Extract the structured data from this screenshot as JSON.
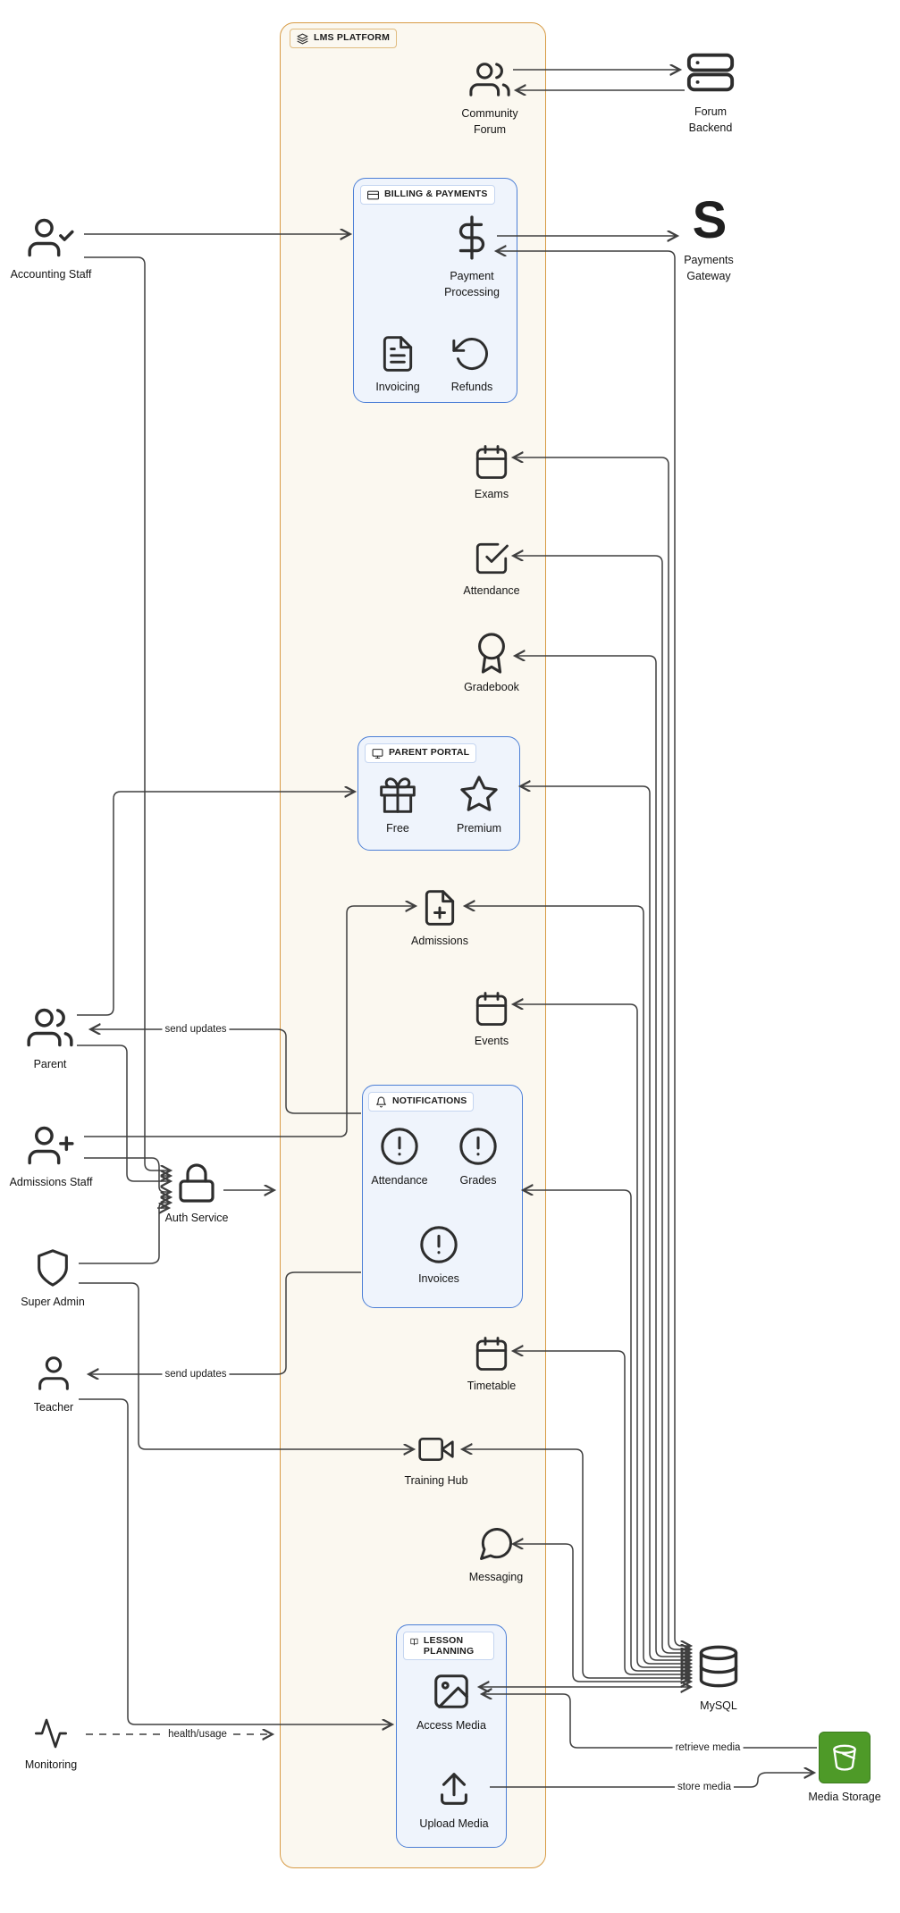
{
  "platform": {
    "label": "LMS PLATFORM"
  },
  "groups": {
    "billing": {
      "label": "BILLING & PAYMENTS",
      "payment_processing": "Payment Processing",
      "invoicing": "Invoicing",
      "refunds": "Refunds"
    },
    "parent_portal": {
      "label": "PARENT PORTAL",
      "free": "Free",
      "premium": "Premium"
    },
    "notifications": {
      "label": "NOTIFICATIONS",
      "attendance": "Attendance",
      "grades": "Grades",
      "invoices": "Invoices"
    },
    "lesson_planning": {
      "label": "LESSON PLANNING",
      "access_media": "Access Media",
      "upload_media": "Upload Media"
    }
  },
  "modules": {
    "community_forum": "Community Forum",
    "exams": "Exams",
    "attendance": "Attendance",
    "gradebook": "Gradebook",
    "admissions": "Admissions",
    "events": "Events",
    "timetable": "Timetable",
    "training_hub": "Training Hub",
    "messaging": "Messaging"
  },
  "actors": {
    "accounting_staff": "Accounting Staff",
    "parent": "Parent",
    "admissions_staff": "Admissions Staff",
    "auth_service": "Auth Service",
    "super_admin": "Super Admin",
    "teacher": "Teacher",
    "monitoring": "Monitoring"
  },
  "external": {
    "forum_backend": "Forum Backend",
    "payments_gateway_label": "Payments Gateway",
    "payments_gateway_logo": "S",
    "mysql": "MySQL",
    "media_storage": "Media Storage"
  },
  "edge_labels": {
    "send_updates_parent": "send updates",
    "send_updates_teacher": "send updates",
    "health_usage": "health/usage",
    "retrieve_media": "retrieve media",
    "store_media": "store media"
  },
  "colors": {
    "platform_border": "#D79B45",
    "platform_bg": "#FBF8F0",
    "group_border": "#4C7FD6",
    "group_bg": "#EFF4FC",
    "line": "#3F3F3F",
    "storage_green": "#4E9A28"
  }
}
